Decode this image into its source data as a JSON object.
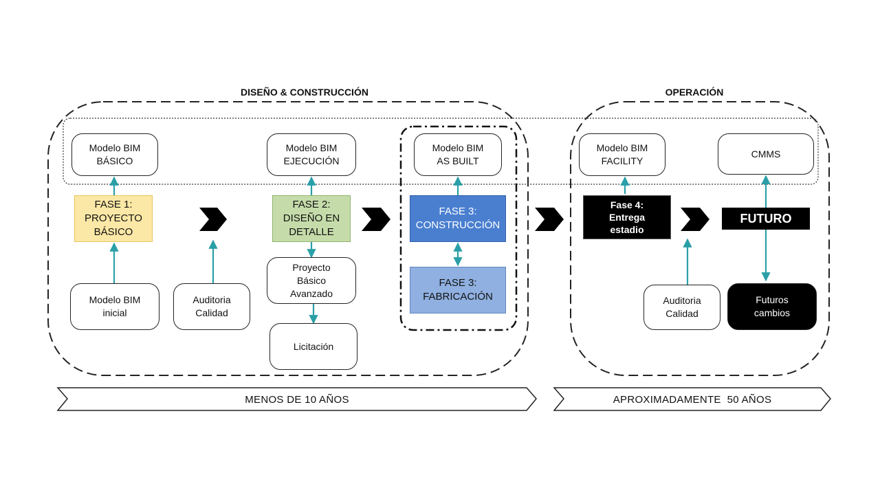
{
  "headers": {
    "design": "DISEÑO & CONSTRUCCIÓN",
    "operation": "OPERACIÓN"
  },
  "bim_models": {
    "basico": "Modelo BIM\nBÁSICO",
    "ejecucion": "Modelo BIM\nEJECUCIÓN",
    "as_built": "Modelo BIM\nAS BUILT",
    "facility": "Modelo BIM\nFACILITY",
    "cmms": "CMMS"
  },
  "phases": {
    "fase1": "FASE 1:\nPROYECTO\nBÁSICO",
    "fase2": "FASE 2:\nDISEÑO EN\nDETALLE",
    "fase3_construccion": "FASE 3:\nCONSTRUCCIÓN",
    "fase3_fabricacion": "FASE 3:\nFABRICACIÓN",
    "fase4": "Fase 4:\nEntrega\nestadio",
    "futuro": "FUTURO"
  },
  "inputs": {
    "modelo_inicial": "Modelo BIM\ninicial",
    "auditoria_1": "Auditoria\nCalidad",
    "proyecto_avanzado": "Proyecto\nBásico\nAvanzado",
    "licitacion": "Licitación",
    "auditoria_2": "Auditoria\nCalidad",
    "futuros_cambios": "Futuros\ncambios"
  },
  "timeline": {
    "design_span": "MENOS DE 10 AÑOS",
    "operation_span": "APROXIMADAMENTE  50 AÑOS"
  },
  "colors": {
    "arrow": "#2a9fa8",
    "fase1_fill": "#fce8a6",
    "fase1_border": "#e8c45a",
    "fase2_fill": "#c5dcaa",
    "fase2_border": "#8fb36a",
    "fase3a_fill": "#4a7fd0",
    "fase3b_fill": "#8fb0e0"
  }
}
